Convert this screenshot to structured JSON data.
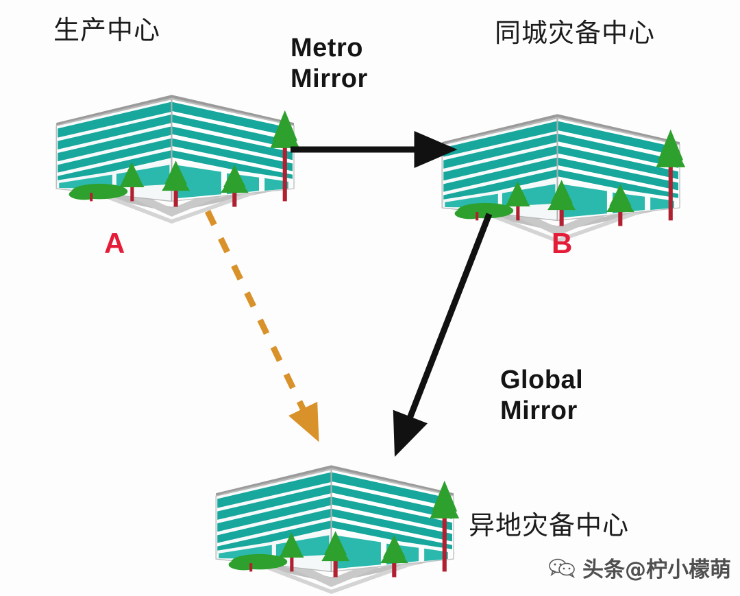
{
  "diagram": {
    "title_nodes": {
      "production_center": "生产中心",
      "same_city_dr_center": "同城灾备中心",
      "remote_dr_center": "异地灾备中心"
    },
    "node_letters": {
      "a": "A",
      "b": "B"
    },
    "links": {
      "metro_mirror_line1": "Metro",
      "metro_mirror_line2": "Mirror",
      "global_mirror_line1": "Global",
      "global_mirror_line2": "Mirror"
    },
    "watermark": {
      "text": "头条@柠小檬萌",
      "icon": "wechat-bubble-icon"
    },
    "colors": {
      "background": "#fdfdfd",
      "building_teal": "#17a79c",
      "building_teal_light": "#2bb8ad",
      "building_face_light": "#f2f6f7",
      "roof_gray": "#9a9a9a",
      "base_gray": "#c9c9c9",
      "tree_green": "#2da02d",
      "tree_trunk": "#b02030",
      "arrow_black": "#111111",
      "arrow_orange": "#d9912a",
      "letter_red": "#e41c38",
      "text_dark": "#1c1c1c"
    },
    "icons": {
      "arrow_metro": "right-arrow-icon",
      "arrow_global": "diagonal-arrow-icon",
      "arrow_async": "dashed-diagonal-arrow-icon"
    }
  }
}
